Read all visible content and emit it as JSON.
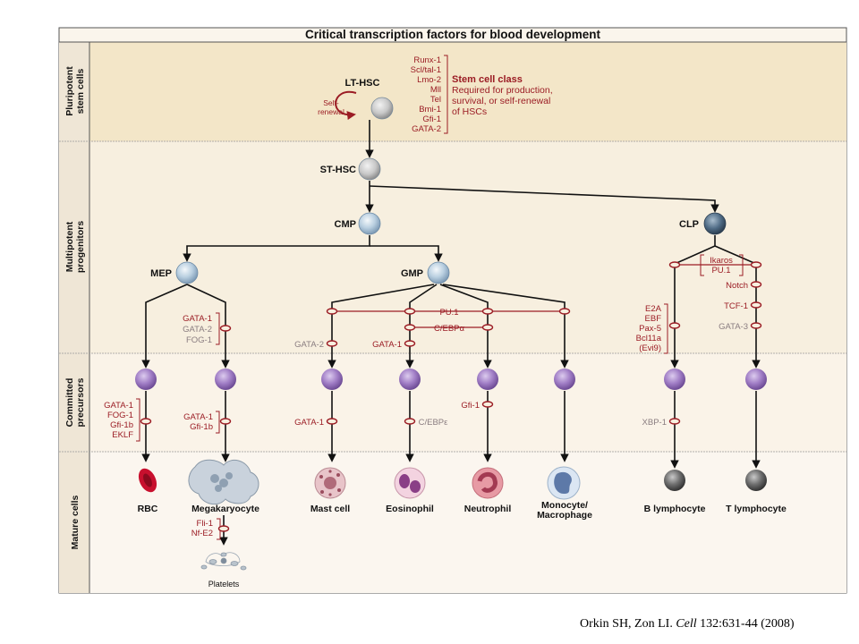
{
  "title": "Critical transcription factors for blood development",
  "bands": [
    {
      "id": "pluri",
      "lines": [
        "Pluripotent",
        "stem cells"
      ]
    },
    {
      "id": "multi",
      "lines": [
        "Multipotent",
        "progenitors"
      ]
    },
    {
      "id": "committed",
      "lines": [
        "Committed",
        "precursors"
      ]
    },
    {
      "id": "mature",
      "lines": [
        "Mature cells"
      ]
    }
  ],
  "nodes": {
    "lthsc": "LT-HSC",
    "sthsc": "ST-HSC",
    "cmp": "CMP",
    "clp": "CLP",
    "mep": "MEP",
    "gmp": "GMP"
  },
  "self_renewal": [
    "Self-",
    "renewal"
  ],
  "stem_cell_factors": [
    "Runx-1",
    "Scl/tal-1",
    "Lmo-2",
    "Mll",
    "Tel",
    "Bmi-1",
    "Gfi-1",
    "GATA-2"
  ],
  "stem_cell_class": {
    "heading": "Stem cell class",
    "desc": [
      "Required for production,",
      "survival, or self-renewal",
      "of HSCs"
    ]
  },
  "factors": {
    "mep_mk": [
      "GATA-1",
      "GATA-2",
      "FOG-1"
    ],
    "pu1": "PU.1",
    "cebpa": "C/EBPα",
    "gata2_mast": "GATA-2",
    "gata1_eos": "GATA-1",
    "ikaros_pu1": [
      "Ikaros",
      "PU.1"
    ],
    "notch": "Notch",
    "tcf1": "TCF-1",
    "gata3": "GATA-3",
    "b_factors": [
      "E2A",
      "EBF",
      "Pax-5",
      "Bcl11a",
      "(Evi9)"
    ],
    "rbc": [
      "GATA-1",
      "FOG-1",
      "Gfi-1b",
      "EKLF"
    ],
    "mk": [
      "GATA-1",
      "Gfi-1b"
    ],
    "mast": "GATA-1",
    "eos": "C/EBPε",
    "neut": "Gfi-1",
    "b": "XBP-1",
    "platelet": [
      "Fli-1",
      "Nf-E2"
    ]
  },
  "mature": {
    "rbc": "RBC",
    "mk": "Megakaryocyte",
    "mast": "Mast cell",
    "eos": "Eosinophil",
    "neut": "Neutrophil",
    "mono": [
      "Monocyte/",
      "Macrophage"
    ],
    "b": "B lymphocyte",
    "t": "T lymphocyte",
    "platelets": "Platelets"
  },
  "citation": {
    "authors": "Orkin SH, Zon LI. ",
    "journal": "Cell",
    "rest": " 132:631-44 (2008)"
  },
  "colors": {
    "panel_top": "#f5ead0",
    "panel_mid": "#f8f0e0",
    "panel_low": "#faf4ea",
    "factor_red": "#9b1c24",
    "factor_gray": "#8a7d80",
    "stem_cell": "#b9cfe0",
    "clp_cell": "#4f6b85",
    "precursor": "#a17ec6",
    "lymphocyte": "#6d6d6d",
    "rbc": "#c8102e"
  }
}
